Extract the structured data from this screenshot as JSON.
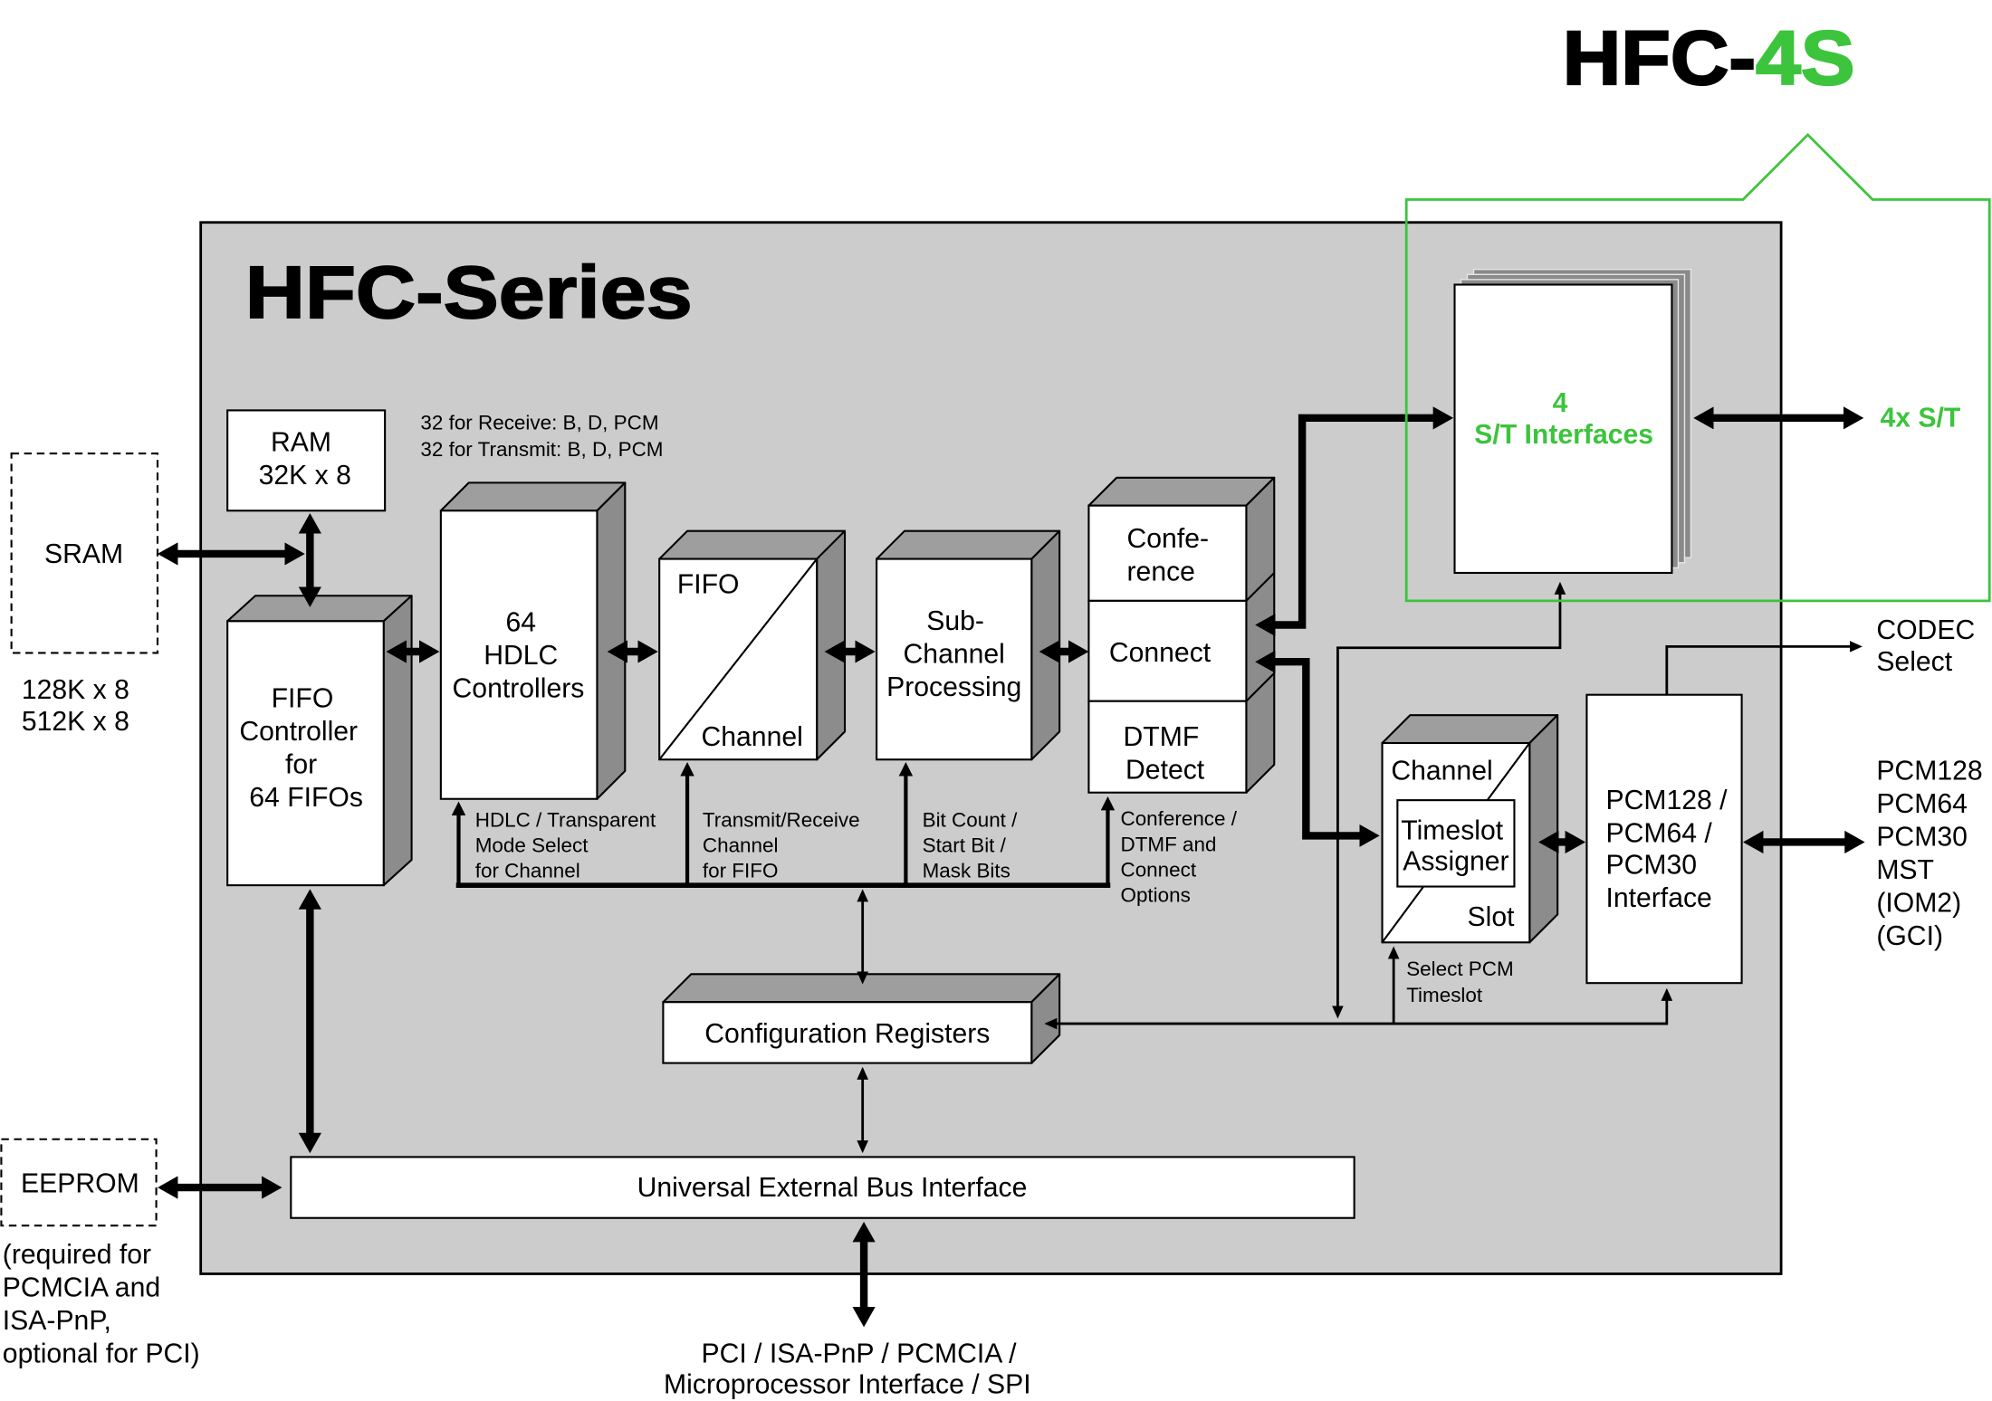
{
  "title": {
    "prefix": "HFC-",
    "suffix": "4S"
  },
  "series_title": "HFC-Series",
  "colors": {
    "accent": "#3cc43c",
    "panel": "#cccccc",
    "face_top": "#9e9e9e",
    "face_side": "#8c8c8c",
    "stack_page": "#8a8a8a"
  },
  "sram": {
    "label": "SRAM",
    "sizes": [
      "128K x 8",
      "512K x 8"
    ]
  },
  "ram": [
    "RAM",
    "32K x 8"
  ],
  "fifo_note": [
    "32 for Receive: B, D, PCM",
    "32 for Transmit: B, D, PCM"
  ],
  "fifo_controller": [
    "FIFO",
    "Controller",
    "for",
    "64 FIFOs"
  ],
  "hdlc_controllers": [
    "64",
    "HDLC",
    "Controllers"
  ],
  "fifo_channel": {
    "top": "FIFO",
    "bottom": "Channel"
  },
  "subchannel": [
    "Sub-",
    "Channel",
    "Processing"
  ],
  "conference": [
    "Confe-",
    "rence"
  ],
  "connect": "Connect",
  "dtmf": [
    "DTMF",
    "Detect"
  ],
  "st_interfaces": [
    "4",
    "S/T Interfaces"
  ],
  "st_output": "4x S/T",
  "codec_select": [
    "CODEC",
    "Select"
  ],
  "timeslot_assigner": {
    "top": "Channel",
    "inner": [
      "Timeslot",
      "Assigner"
    ],
    "bottom": "Slot"
  },
  "pcm_interface": [
    "PCM128 /",
    "PCM64 /",
    "PCM30",
    "Interface"
  ],
  "pcm_output": [
    "PCM128",
    "PCM64",
    "PCM30",
    "MST",
    "(IOM2)",
    "(GCI)"
  ],
  "control_labels": {
    "hdlc_mode": [
      "HDLC / Transparent",
      "Mode Select",
      "for Channel"
    ],
    "fifo_channel": [
      "Transmit/Receive",
      "Channel",
      "for FIFO"
    ],
    "bit_count": [
      "Bit Count /",
      "Start Bit /",
      "Mask Bits"
    ],
    "conference_options": [
      "Conference /",
      "DTMF and",
      "Connect",
      "Options"
    ],
    "select_pcm": [
      "Select PCM",
      "Timeslot"
    ]
  },
  "config_registers": "Configuration Registers",
  "bus_interface": "Universal External Bus Interface",
  "eeprom": {
    "label": "EEPROM",
    "note": [
      "(required for",
      "PCMCIA and",
      "ISA-PnP,",
      "optional for PCI)"
    ]
  },
  "host_interface": [
    "PCI / ISA-PnP / PCMCIA /",
    "Microprocessor Interface / SPI"
  ]
}
